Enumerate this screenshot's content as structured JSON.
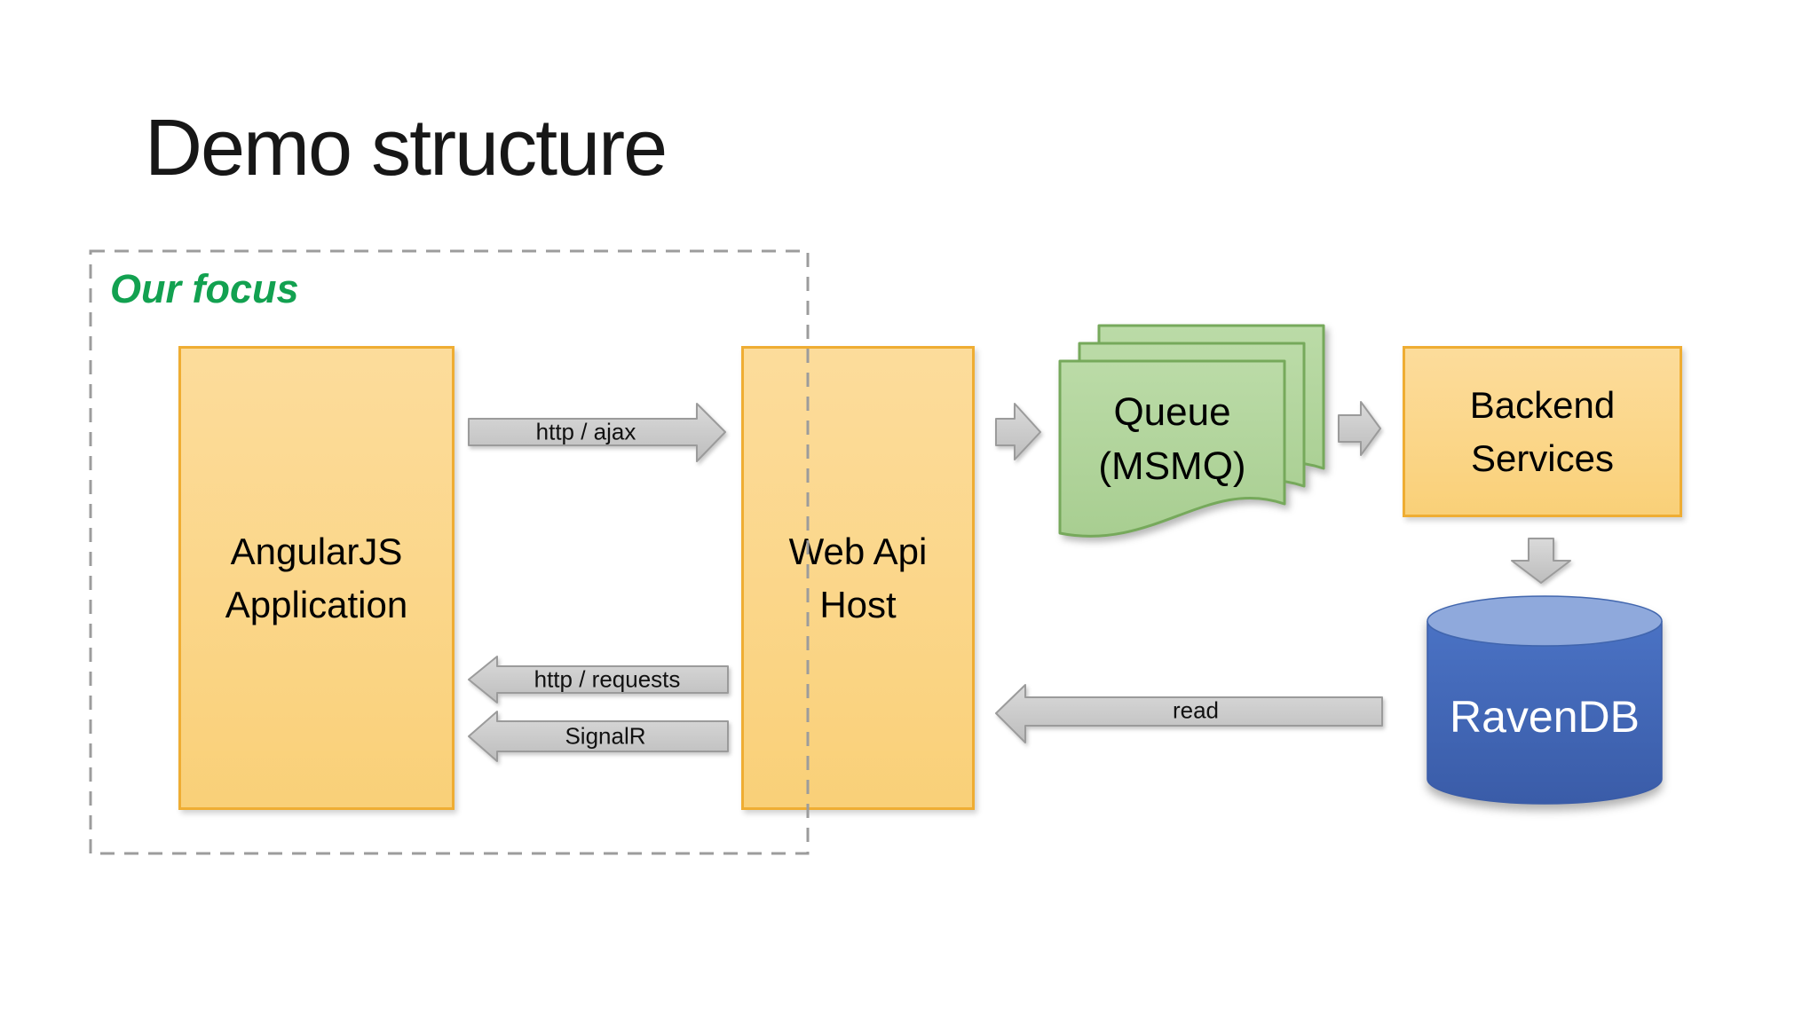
{
  "slide": {
    "title": "Demo structure"
  },
  "focus": {
    "label": "Our focus"
  },
  "nodes": {
    "angular_app": {
      "line1": "AngularJS",
      "line2": "Application"
    },
    "web_api_host": {
      "line1": "Web Api",
      "line2": "Host"
    },
    "queue_msmq": {
      "line1": "Queue",
      "line2": "(MSMQ)"
    },
    "backend_services": {
      "line1": "Backend",
      "line2": "Services"
    },
    "ravendb": {
      "label": "RavenDB"
    }
  },
  "arrows": {
    "http_ajax": {
      "label": "http / ajax",
      "direction": "right"
    },
    "http_requests": {
      "label": "http / requests",
      "direction": "left"
    },
    "signalr": {
      "label": "SignalR",
      "direction": "left"
    },
    "read": {
      "label": "read",
      "direction": "left"
    },
    "webapi_to_queue": {
      "label": "",
      "direction": "right"
    },
    "queue_to_backend": {
      "label": "",
      "direction": "right"
    },
    "backend_to_ravendb": {
      "label": "",
      "direction": "down"
    }
  },
  "colors": {
    "box_yellow_fill": "#FBD689",
    "box_yellow_border": "#EFAD33",
    "queue_green_fill": "#B3D59E",
    "queue_green_border": "#76A95B",
    "focus_green_text": "#12A150",
    "db_blue_body": "#4069BC",
    "db_blue_top": "#8FA9DC",
    "arrow_gray_fill": "#C9C9C9",
    "arrow_gray_border": "#9B9B9B",
    "dashed_border_gray": "#9C9C9C",
    "title_text": "#171717"
  }
}
